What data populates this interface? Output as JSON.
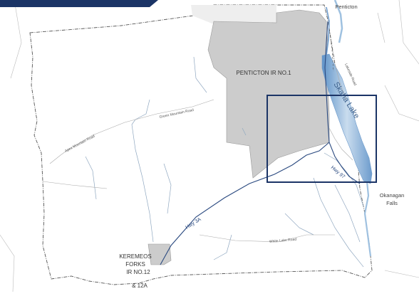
{
  "map": {
    "towns": {
      "penticton": "Penticton",
      "okanagan_falls_line1": "Okanagan",
      "okanagan_falls_line2": "Falls"
    },
    "reserves": {
      "penticton_ir": "PENTICTON IR NO.1",
      "keremeos_line1": "KEREMEOS",
      "keremeos_line2": "FORKS",
      "keremeos_line3": "IR NO.12",
      "keremeos_line4": "& 12A"
    },
    "water": {
      "skaha_lake": "Skaha Lake"
    },
    "roads": {
      "green_mountain": "Green Mountain Road",
      "apex_mountain": "Apex Mountain Road",
      "white_lake": "White Lake Road",
      "hwy_3a": "Hwy 3A",
      "hwy_97": "Hwy 97",
      "lakeside": "Lakeside Road"
    },
    "colors": {
      "reserve_fill": "#cccccc",
      "highway": "#2b4a80",
      "focus_box": "#1b3466",
      "corner_tab": "#1b3466",
      "lake": "#9fc1e0",
      "boundary": "#555555"
    }
  }
}
